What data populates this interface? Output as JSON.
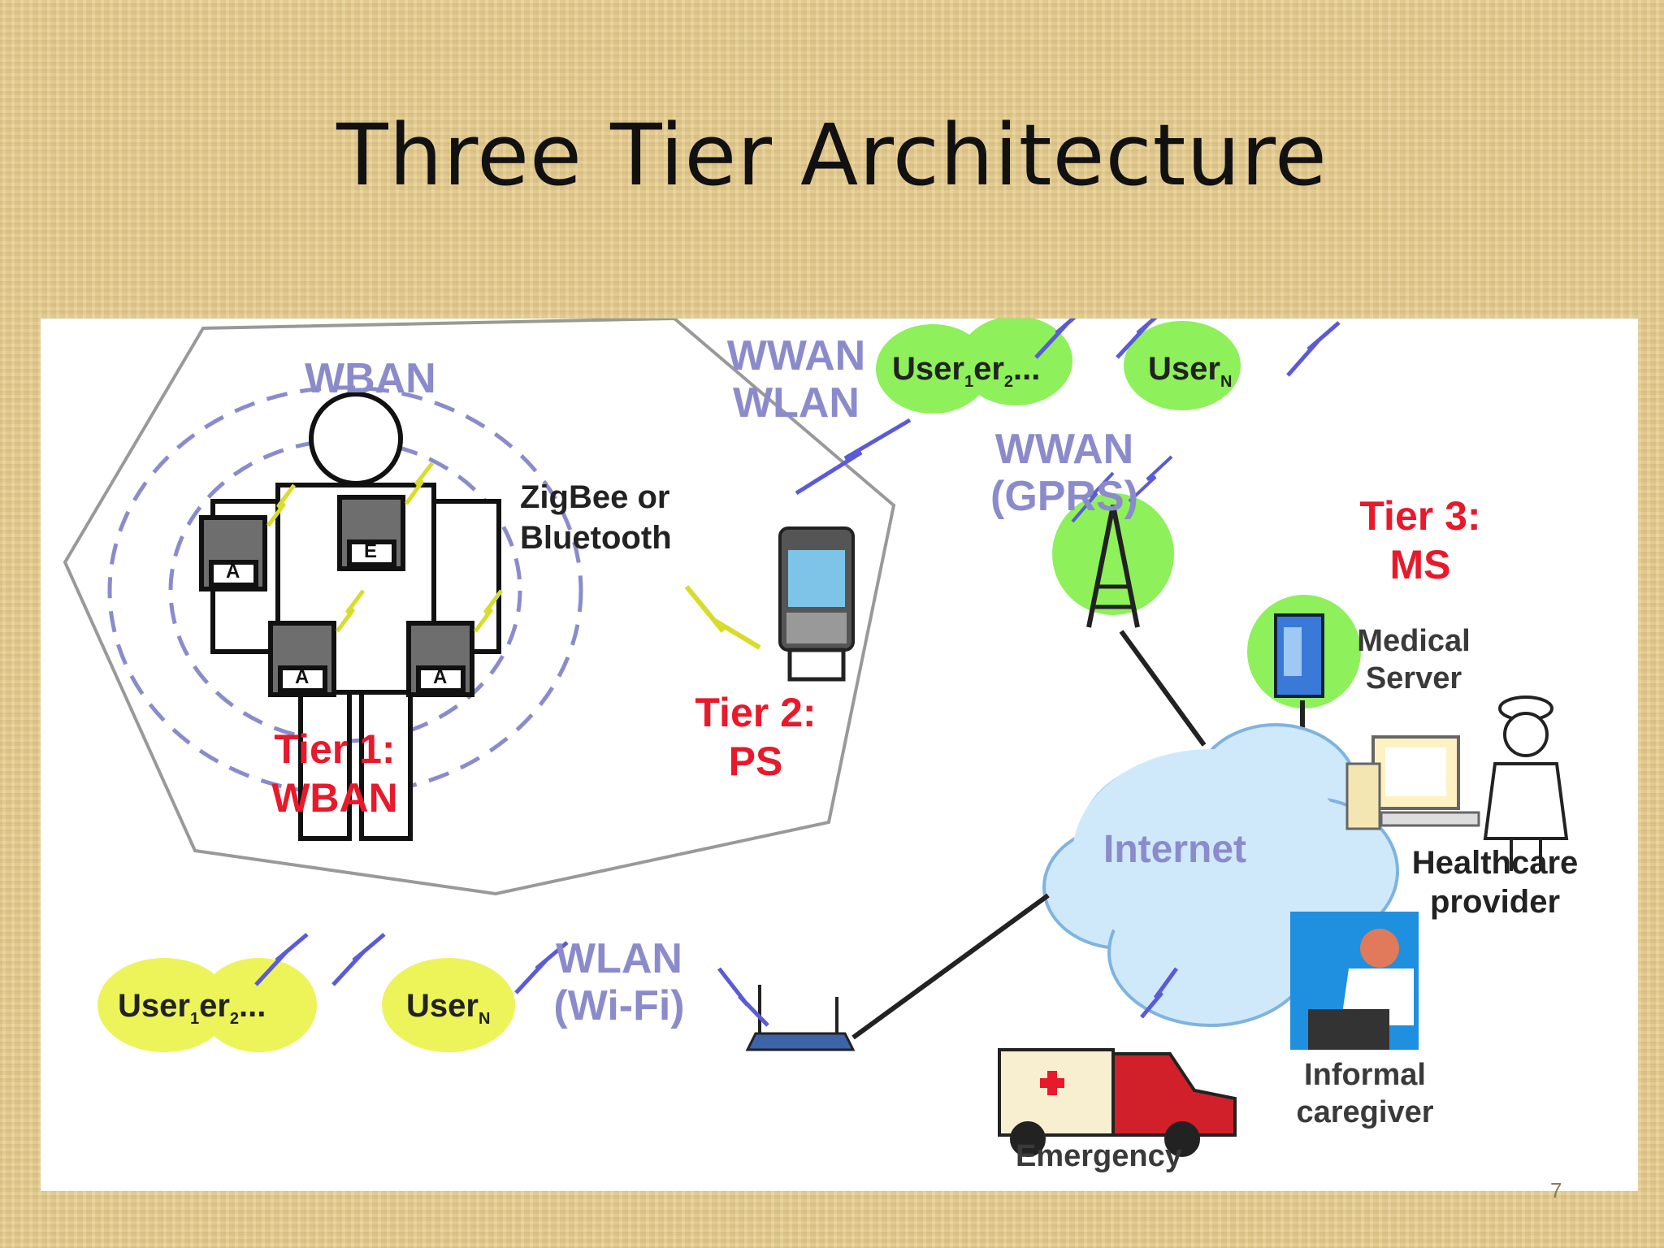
{
  "slide": {
    "title": "Three Tier Architecture",
    "page_number": "7"
  },
  "diagram": {
    "wban_area_label": "WBAN",
    "tier1": {
      "line1": "Tier 1:",
      "line2": "WBAN"
    },
    "zigbee": {
      "line1": "ZigBee or",
      "line2": "Bluetooth"
    },
    "tier2": {
      "line1": "Tier 2:",
      "line2": "PS"
    },
    "wwan_wlan": {
      "line1": "WWAN",
      "line2": "WLAN"
    },
    "wwan_gprs": {
      "line1": "WWAN",
      "line2": "(GPRS)"
    },
    "tier3": {
      "line1": "Tier 3:",
      "line2": "MS"
    },
    "medical_server": {
      "line1": "Medical",
      "line2": "Server"
    },
    "internet": "Internet",
    "healthcare_provider": {
      "line1": "Healthcare",
      "line2": "provider"
    },
    "informal_caregiver": {
      "line1": "Informal",
      "line2": "caregiver"
    },
    "emergency": "Emergency",
    "wlan_wifi": {
      "line1": "WLAN",
      "line2": "(Wi-Fi)"
    },
    "top_users": [
      "User",
      "er",
      "...",
      "User"
    ],
    "top_user_subscripts": [
      "1",
      "2",
      "N"
    ],
    "bottom_users": [
      "User",
      "er",
      "...",
      "User"
    ],
    "bottom_user_subscripts": [
      "1",
      "2",
      "N"
    ],
    "sensor_labels": [
      "A",
      "E",
      "A",
      "A"
    ],
    "colors": {
      "purple_label": "#8b8bcc",
      "tier_red": "#e8192b",
      "green_user_bubble": "#8ef05a",
      "yellow_user_bubble": "#ecf45a",
      "internet_cloud": "#cfe9fb",
      "wireless_bolt": "#5b5bd6"
    }
  }
}
